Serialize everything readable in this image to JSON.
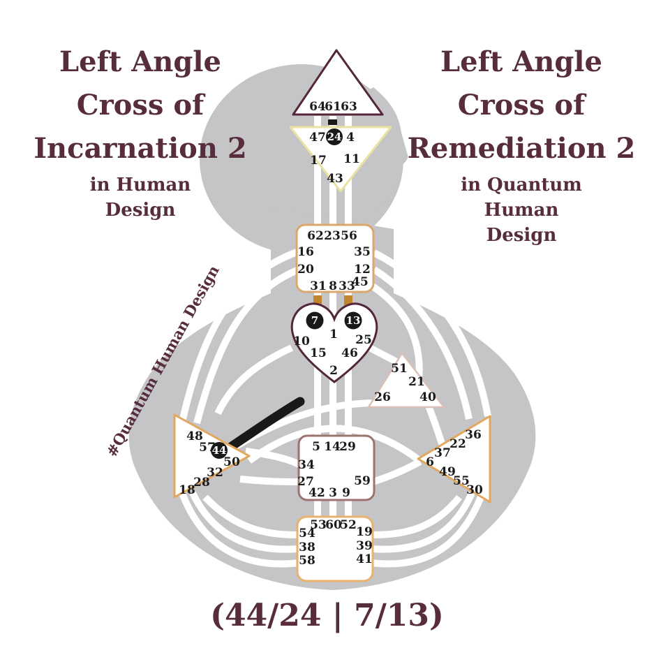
{
  "titles": {
    "left": {
      "lines": [
        "Left Angle",
        "Cross of",
        "Incarnation 2"
      ],
      "subtitle_lines": [
        "in Human",
        "Design"
      ]
    },
    "right": {
      "lines": [
        "Left Angle",
        "Cross of",
        "Remediation 2"
      ],
      "subtitle_lines": [
        "in Quantum",
        "Human",
        "Design"
      ]
    }
  },
  "watermark": "#Quantum Human Design",
  "footer": "(44/24 | 7/13)",
  "colors": {
    "title_text": "#572d3e",
    "silhouette": "#c5c5c8",
    "head_border": "#53263a",
    "ajna_border": "#e9e2a0",
    "throat_border": "#dba76b",
    "g_border": "#53263a",
    "ego_border": "#dcc0b8",
    "spleen_border": "#e3a75f",
    "sacral_border": "#9d7370",
    "solar_plexus_border": "#e3a75f",
    "root_border": "#e6b26e",
    "activation_black": "#191919",
    "activation_tan": "#c1862b"
  },
  "bodygraph": {
    "highlighted_gates": [
      "44",
      "24",
      "7",
      "13"
    ],
    "centers": {
      "head": {
        "gates": [
          "64",
          "61",
          "63"
        ]
      },
      "ajna": {
        "gates": [
          "47",
          "4",
          "17",
          "11",
          "43"
        ],
        "highlight": "24"
      },
      "throat": {
        "gates": [
          "62",
          "23",
          "56",
          "16",
          "20",
          "35",
          "12",
          "45",
          "31",
          "8",
          "33"
        ]
      },
      "g": {
        "gates": [
          "1",
          "10",
          "25",
          "15",
          "46",
          "2"
        ],
        "highlights": [
          "7",
          "13"
        ]
      },
      "ego": {
        "gates": [
          "51",
          "21",
          "26",
          "40"
        ]
      },
      "spleen": {
        "gates": [
          "48",
          "57",
          "50",
          "32",
          "28",
          "18"
        ],
        "highlight": "44"
      },
      "sacral": {
        "gates": [
          "5",
          "14",
          "29",
          "34",
          "27",
          "59",
          "42",
          "3",
          "9"
        ]
      },
      "solar_plexus": {
        "gates": [
          "36",
          "22",
          "37",
          "6",
          "49",
          "55",
          "30"
        ]
      },
      "root": {
        "gates": [
          "53",
          "60",
          "52",
          "54",
          "38",
          "58",
          "19",
          "39",
          "41"
        ]
      }
    }
  }
}
